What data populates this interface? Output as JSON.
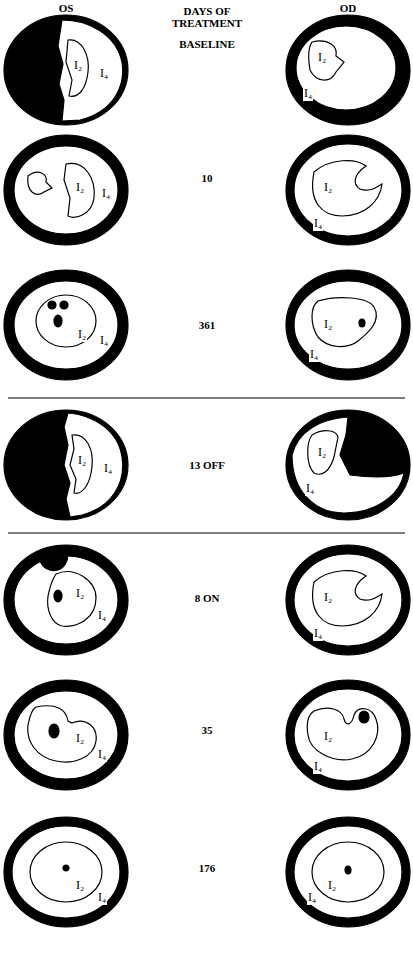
{
  "diagram": {
    "labels": [
      "OS",
      "DAYS OF TREATMENT",
      "OD",
      "BASELINE",
      "10",
      "361",
      "13 OFF",
      "8 ON",
      "35",
      "176",
      "I₂",
      "I₄",
      "I₂",
      "I₄",
      "I₂",
      "I₄",
      "I₂",
      "I₄",
      "I₂",
      "I₄",
      "I₂",
      "I₄",
      "I₂",
      "I₄",
      "I₂",
      "I₄",
      "I₂",
      "I₄",
      "I₂",
      "I₄",
      "I₂",
      "I₄",
      "I₂",
      "I₄",
      "I₂",
      "I₄",
      "I₂",
      "I₄"
    ]
  }
}
